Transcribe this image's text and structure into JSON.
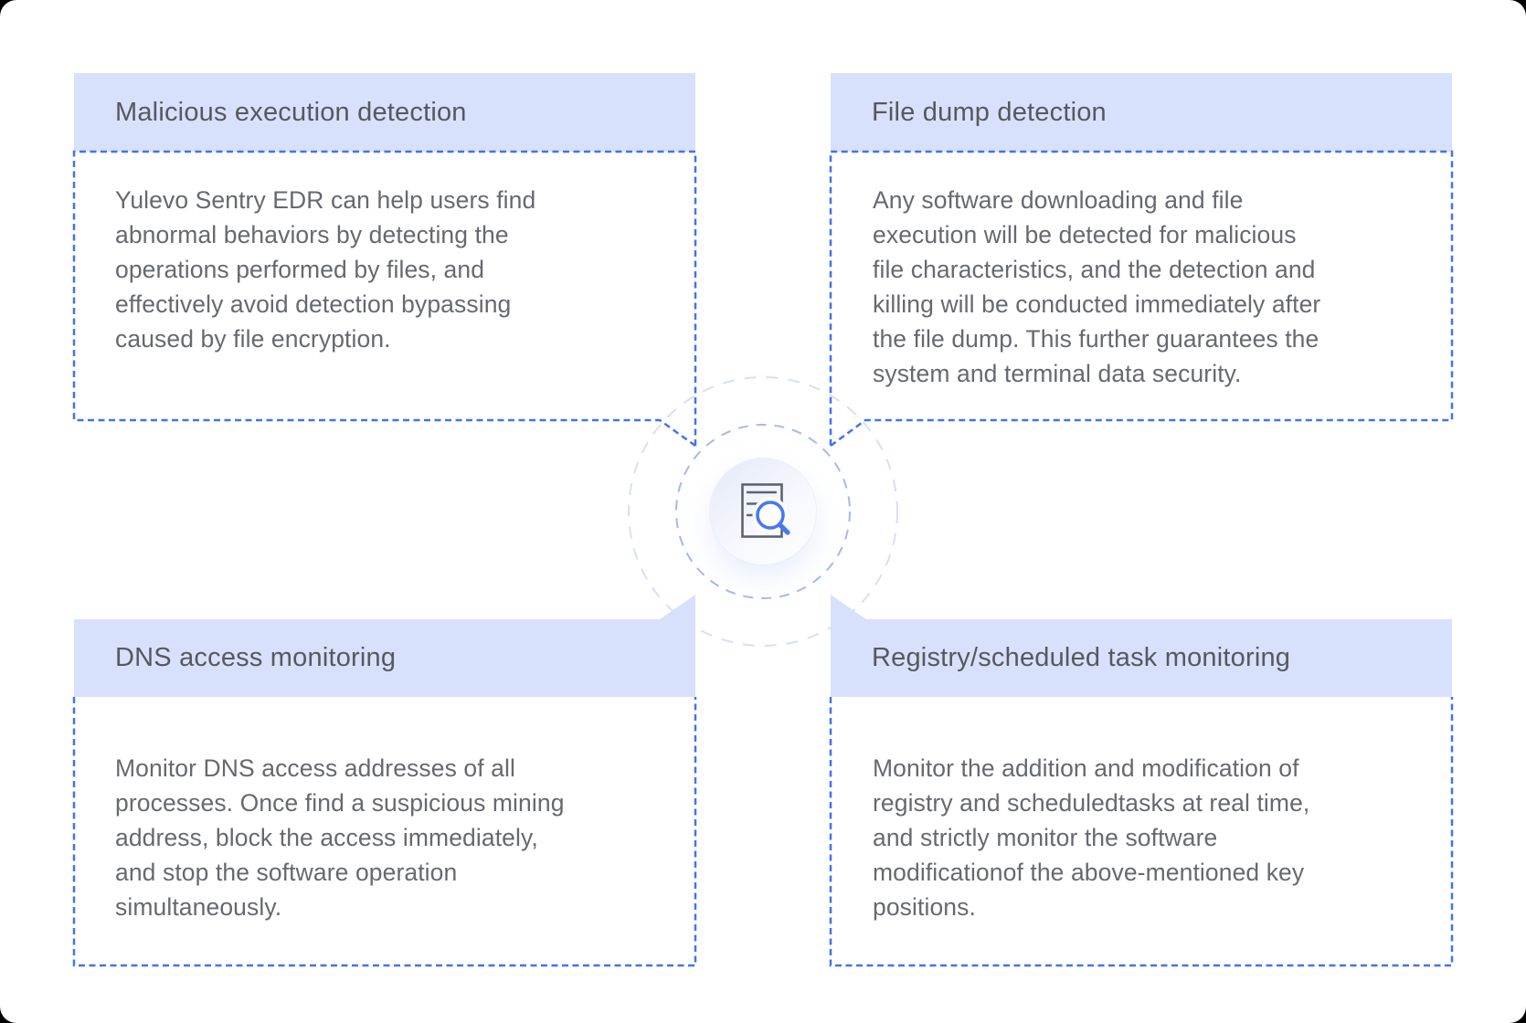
{
  "diagram": {
    "type": "feature-quadrant-diagram",
    "product": "Yulevo Sentry EDR",
    "colors": {
      "header_bg": "#d8e1fb",
      "dashed_border": "#4273ee",
      "title_text": "#55595f",
      "body_text": "#66696f",
      "ring_inner": "#a5b9ee",
      "ring_outer": "#d8dff6",
      "icon_gray": "#5d646c",
      "icon_blue": "#4678f0"
    },
    "center": {
      "icon": "document-search-icon",
      "description": "document with magnifying glass inside concentric dashed rings"
    },
    "cards": [
      {
        "id": "malicious-execution-detection",
        "position": "top-left",
        "title": "Malicious execution detection",
        "body": [
          "Yulevo Sentry EDR can help users find",
          "abnormal behaviors by detecting the",
          "operations performed by files, and",
          "effectively avoid detection bypassing",
          "caused by file encryption."
        ]
      },
      {
        "id": "file-dump-detection",
        "position": "top-right",
        "title": "File dump detection",
        "body": [
          "Any software downloading and file",
          "execution will be detected for malicious",
          "file characteristics, and the detection and",
          "killing will be conducted immediately after",
          "the file dump. This further guarantees the",
          "system and terminal data security."
        ]
      },
      {
        "id": "dns-access-monitoring",
        "position": "bottom-left",
        "title": "DNS access monitoring",
        "body": [
          "Monitor DNS access addresses of all",
          "processes. Once find a suspicious mining",
          "address, block the access immediately,",
          "and stop the software operation",
          "simultaneously."
        ]
      },
      {
        "id": "registry-scheduled-task-monitoring",
        "position": "bottom-right",
        "title": "Registry/scheduled task monitoring",
        "body": [
          "Monitor the addition and modification of",
          "registry and scheduledtasks at real time,",
          "and strictly monitor the software",
          "modificationof the above-mentioned key",
          "positions."
        ]
      }
    ]
  }
}
